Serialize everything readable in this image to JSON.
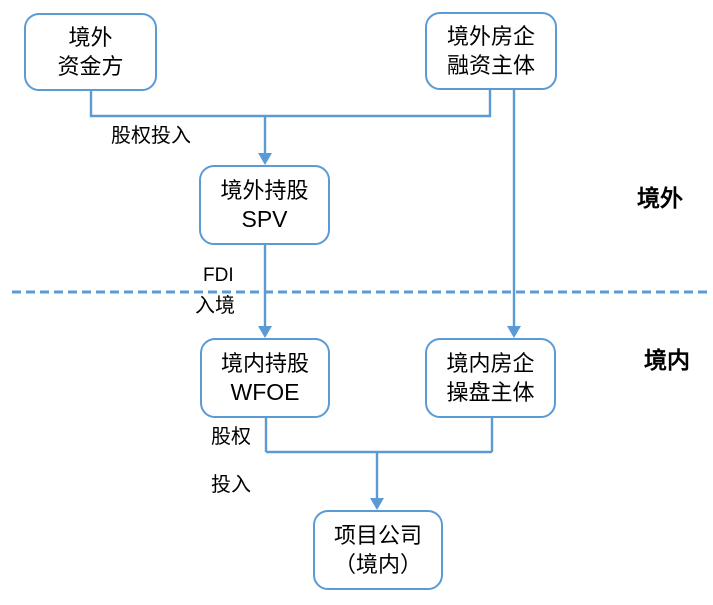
{
  "colors": {
    "accent": "#5B9BD5",
    "text": "#000000",
    "background": "#FFFFFF"
  },
  "regions": {
    "overseas": "境外",
    "domestic": "境内"
  },
  "nodes": {
    "overseas_funder": {
      "line1": "境外",
      "line2": "资金方"
    },
    "overseas_financer": {
      "line1": "境外房企",
      "line2": "融资主体"
    },
    "overseas_spv": {
      "line1": "境外持股",
      "line2": "SPV"
    },
    "domestic_wfoe": {
      "line1": "境内持股",
      "line2": "WFOE"
    },
    "domestic_operator": {
      "line1": "境内房企",
      "line2": "操盘主体"
    },
    "project_company": {
      "line1": "项目公司",
      "line2": "（境内）"
    }
  },
  "edge_labels": {
    "equity_investment_top": "股权投入",
    "fdi": "FDI",
    "entry": "入境",
    "equity_line1": "股权",
    "equity_line2": "投入"
  }
}
